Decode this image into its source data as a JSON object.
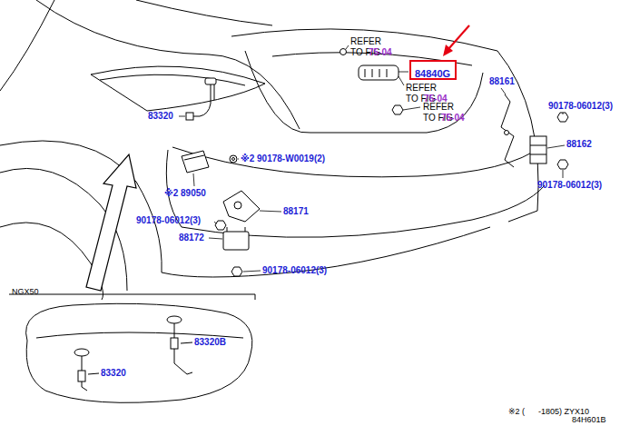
{
  "diagram": {
    "nodes": [
      {
        "text": [
          "84840G"
        ]
      },
      {
        "text": [
          "NGX50"
        ]
      }
    ],
    "edges": [],
    "labels": [
      "REFER TO FIG",
      "75-04",
      "REFER TO FIG",
      "75-04",
      "REFER TO FIG",
      "75-04",
      "88161",
      "90178-06012(3)",
      "83320",
      "※2 90178-W0019(2)",
      "88162",
      "90178-06012(3)",
      "※2 89050",
      "88171",
      "90178-06012(3)",
      "88172",
      "90178-06012(3)",
      "83320B",
      "83320",
      "※2 (      -1805) ZYX10",
      "84H601B"
    ]
  }
}
